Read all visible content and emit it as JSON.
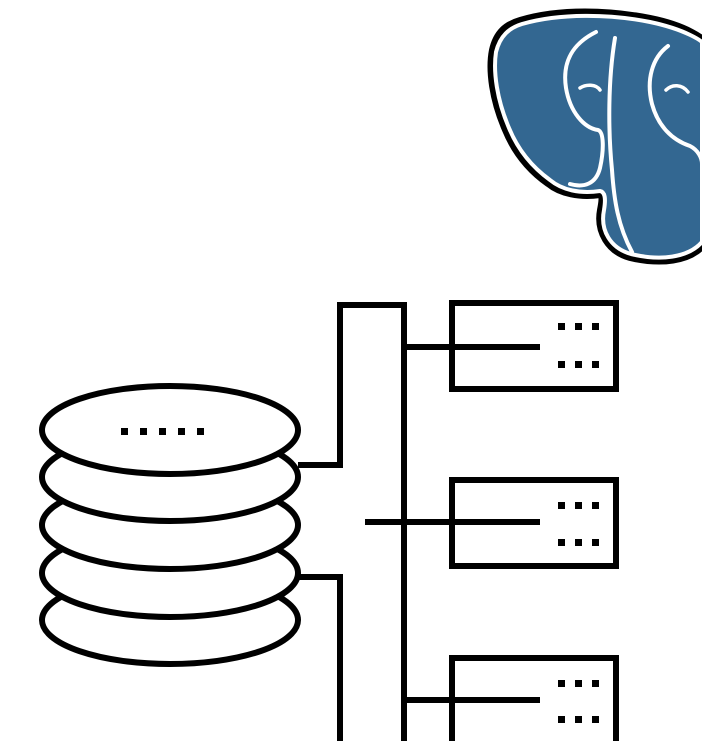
{
  "diagram": {
    "icons": [
      "postgresql-elephant-logo",
      "database-stack-icon",
      "server-icon"
    ],
    "database_disk_count": 5,
    "server_count": 3,
    "colors": {
      "stroke": "#000000",
      "background": "#ffffff",
      "elephant_blue": "#336791",
      "elephant_outline": "#ffffff"
    }
  }
}
